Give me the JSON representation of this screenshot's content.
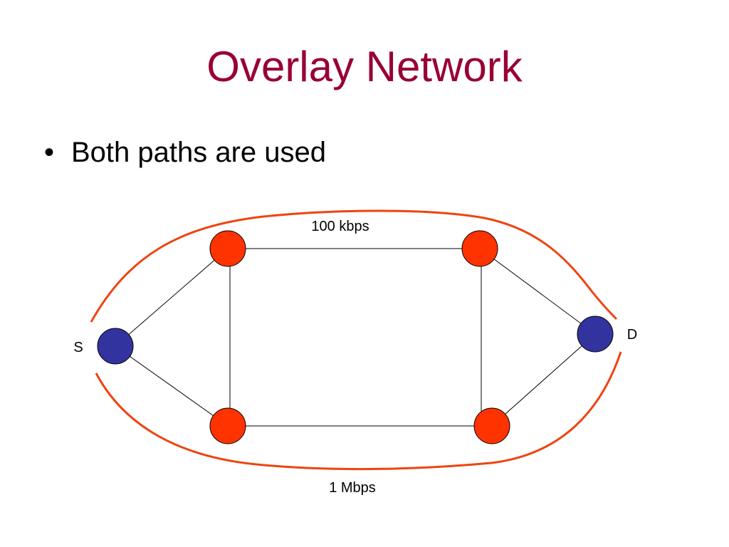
{
  "slide": {
    "title": "Overlay Network",
    "bullets": [
      {
        "marker": "•",
        "text": "Both paths are used"
      }
    ]
  },
  "diagram": {
    "labels": {
      "top_path": "100 kbps",
      "bottom_path": "1 Mbps",
      "source": "S",
      "destination": "D"
    },
    "colors": {
      "endpoint_node": "#3333a0",
      "overlay_node": "#ff3300",
      "path_curve": "#ee4411",
      "link": "#000000",
      "node_outline": "#000000"
    }
  }
}
